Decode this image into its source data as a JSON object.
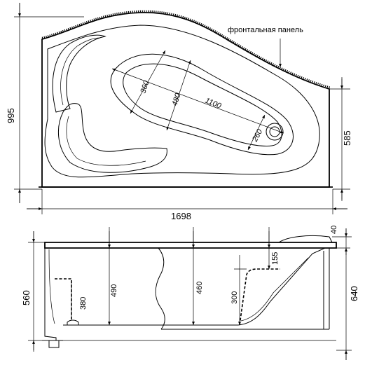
{
  "top_view": {
    "label_front_panel": "фронтальная панель",
    "dim_depth": "995",
    "dim_right_depth": "585",
    "dim_length": "1698",
    "dim_bowl_width": "360",
    "dim_bowl_inner": "480",
    "dim_bowl_length": "1100",
    "dim_drain": "260"
  },
  "side_view": {
    "dim_height_left": "560",
    "dim_height_right": "640",
    "dim_rim": "40",
    "dim_seat": "380",
    "dim_depth_490": "490",
    "dim_depth_460": "460",
    "dim_step": "300",
    "dim_headrest": "155"
  }
}
